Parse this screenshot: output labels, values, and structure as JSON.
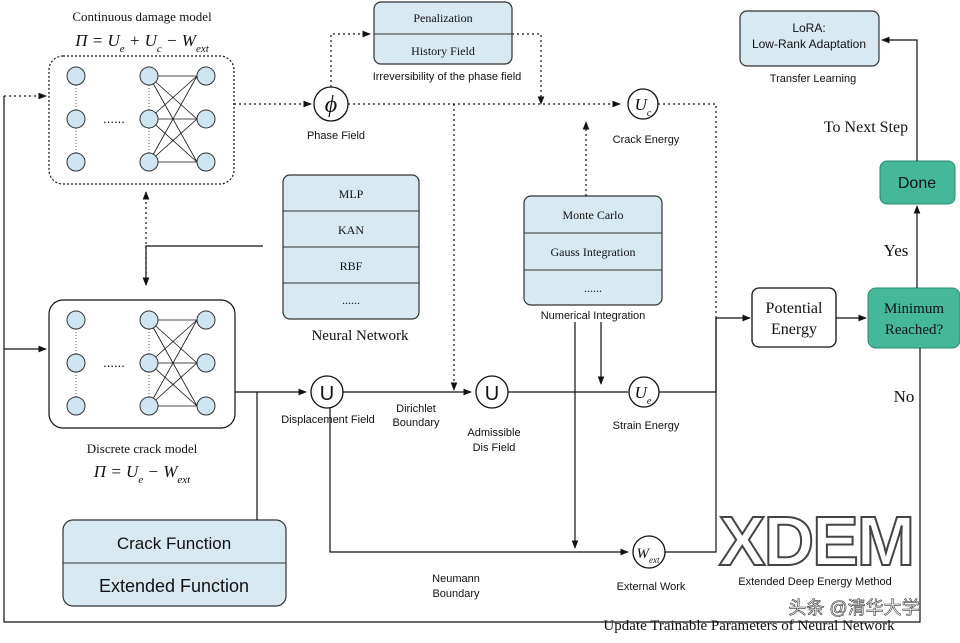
{
  "continuous": {
    "title": "Continuous damage model",
    "formula": "Π = Ue + Uc − Wext"
  },
  "discrete": {
    "title": "Discrete crack model",
    "formula": "Π = Ue − Wext"
  },
  "nn_dots": "......",
  "phase": {
    "symbol": "ϕ",
    "label": "Phase Field"
  },
  "irreversibility": {
    "items": [
      "Penalization",
      "History Field"
    ],
    "caption": "Irreversibility of the phase field"
  },
  "crack_energy": {
    "symbol": "Uc",
    "label": "Crack Energy"
  },
  "strain_energy": {
    "symbol": "Ue",
    "label": "Strain Energy"
  },
  "external_work": {
    "symbol": "Wext",
    "label": "External Work"
  },
  "neural_network": {
    "items": [
      "MLP",
      "KAN",
      "RBF",
      "......"
    ],
    "caption": "Neural Network"
  },
  "numerical_integration": {
    "items": [
      "Monte Carlo",
      "Gauss Integration",
      "......"
    ],
    "caption": "Numerical Integration"
  },
  "displacement": {
    "symbol": "U",
    "label": "Displacement Field"
  },
  "dirichlet": {
    "line1": "Dirichlet",
    "line2": "Boundary"
  },
  "admissible": {
    "symbol": "U",
    "line1": "Admissible",
    "line2": "Dis Field"
  },
  "neumann": {
    "line1": "Neumann",
    "line2": "Boundary"
  },
  "potential": {
    "line1": "Potential",
    "line2": "Energy"
  },
  "minimum": {
    "line1": "Minimum",
    "line2": "Reached?"
  },
  "done": "Done",
  "yes": "Yes",
  "no": "No",
  "to_next_step": "To Next Step",
  "lora": {
    "line1": "LoRA:",
    "line2": "Low-Rank Adaptation",
    "caption": "Transfer Learning"
  },
  "functions": [
    "Crack Function",
    "Extended Function"
  ],
  "xdem": {
    "logo": "XDEM",
    "caption": "Extended Deep Energy Method"
  },
  "update": "Update Trainable Parameters of Neural Network",
  "watermark": "头条 @清华大学"
}
